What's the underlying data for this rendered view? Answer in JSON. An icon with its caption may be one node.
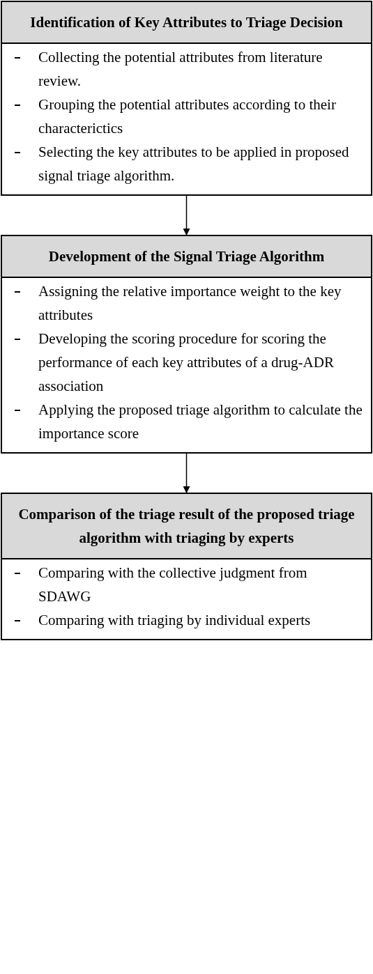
{
  "diagram": {
    "nodes": [
      {
        "text": [
          "Identification of Key Attributes to Triage Decision",
          "Collecting the potential attributes from literature review.",
          "Grouping the potential attributes according to their characterictics",
          "Selecting the key attributes to be applied in proposed signal triage algorithm."
        ]
      },
      {
        "text": [
          "Development of the Signal Triage Algorithm",
          "Assigning the relative importance weight to the key attributes",
          "Developing the scoring procedure for scoring the performance of each key attributes of a drug-ADR association",
          "Applying the proposed triage algorithm to calculate the importance score"
        ]
      },
      {
        "text": [
          "Comparison of the triage result of the proposed triage algorithm with triaging by experts",
          "Comparing with the collective judgment from SDAWG",
          "Comparing with triaging by individual experts"
        ]
      }
    ],
    "edges": [
      {
        "from": 0,
        "to": 1,
        "arrow": "to"
      },
      {
        "from": 1,
        "to": 2,
        "arrow": "to"
      }
    ]
  }
}
